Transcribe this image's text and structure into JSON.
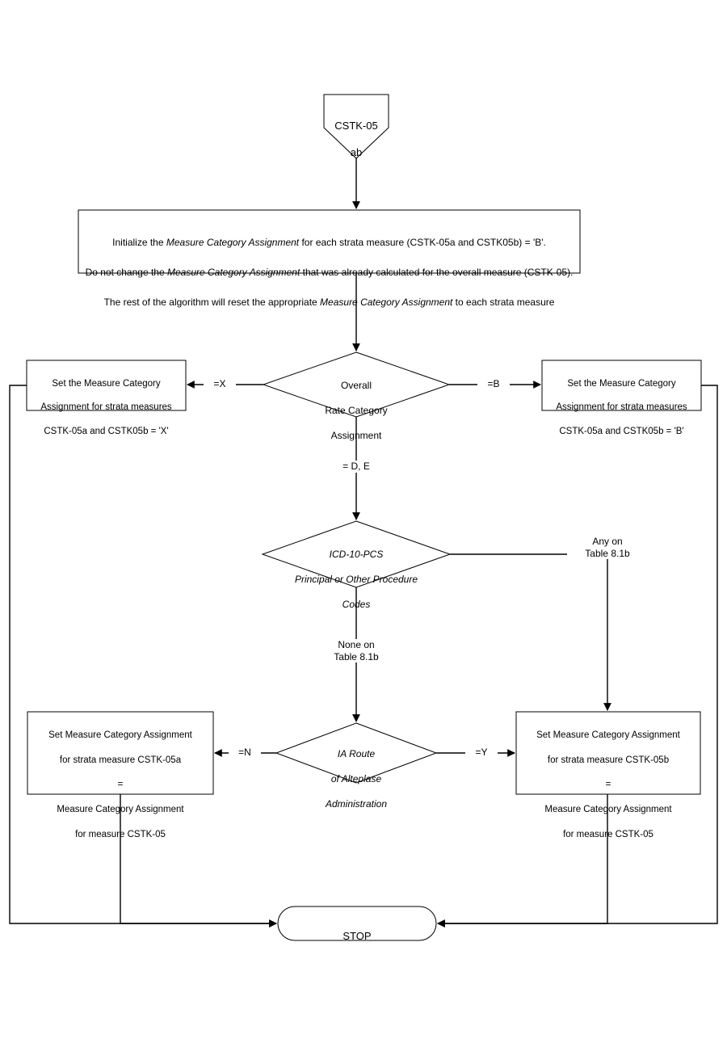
{
  "diagram": {
    "title": "CSTK-05ab Measure Category Assignment Flowchart",
    "stroke_color": "#000000",
    "fill_color": "#ffffff"
  },
  "nodes": {
    "start": {
      "shape": "pentagon",
      "line1": "CSTK-05",
      "line2": "ab"
    },
    "initialize": {
      "shape": "process",
      "line1_a": "Initialize the ",
      "line1_b": "Measure Category Assignment",
      "line1_c": " for each strata measure (CSTK-05a and CSTK05b) = 'B'.",
      "line2_a": "Do not change the ",
      "line2_b": "Measure Category Assignment",
      "line2_c": " that was already calculated for the overall measure (CSTK-05).",
      "line3_a": "The rest of the algorithm will reset the appropriate ",
      "line3_b": "Measure Category Assignment",
      "line3_c": " to each strata measure"
    },
    "overall_rate": {
      "shape": "decision",
      "line1": "Overall",
      "line2": "Rate Category",
      "line3": "Assignment"
    },
    "set_x": {
      "shape": "process",
      "line1": "Set the Measure Category",
      "line2": "Assignment for strata  measures",
      "line3": "CSTK-05a  and CSTK05b = 'X'"
    },
    "set_b": {
      "shape": "process",
      "line1": "Set the Measure Category",
      "line2": "Assignment for strata  measures",
      "line3": "CSTK-05a  and CSTK05b = 'B'"
    },
    "icd_pcs": {
      "shape": "decision",
      "line1": "ICD-10-PCS",
      "line2": "Principal or Other Procedure",
      "line3": "Codes"
    },
    "ia_route": {
      "shape": "decision",
      "line1": "IA Route",
      "line2": "of Alteplase",
      "line3": "Administration"
    },
    "set_05a": {
      "shape": "process",
      "line1": "Set Measure Category Assignment",
      "line2": "for strata measure CSTK-05a",
      "line3": "=",
      "line4": "Measure Category Assignment",
      "line5": "for measure CSTK-05"
    },
    "set_05b": {
      "shape": "process",
      "line1": "Set Measure Category Assignment",
      "line2": "for strata measure CSTK-05b",
      "line3": "=",
      "line4": "Measure Category Assignment",
      "line5": "for measure CSTK-05"
    },
    "stop": {
      "shape": "terminator",
      "label": "STOP"
    }
  },
  "edges": {
    "to_x": "=X",
    "to_b": "=B",
    "to_icd": "= D, E",
    "any_on_table": "Any on\nTable 8.1b",
    "none_on_table": "None on\nTable 8.1b",
    "to_n": "=N",
    "to_y": "=Y"
  }
}
